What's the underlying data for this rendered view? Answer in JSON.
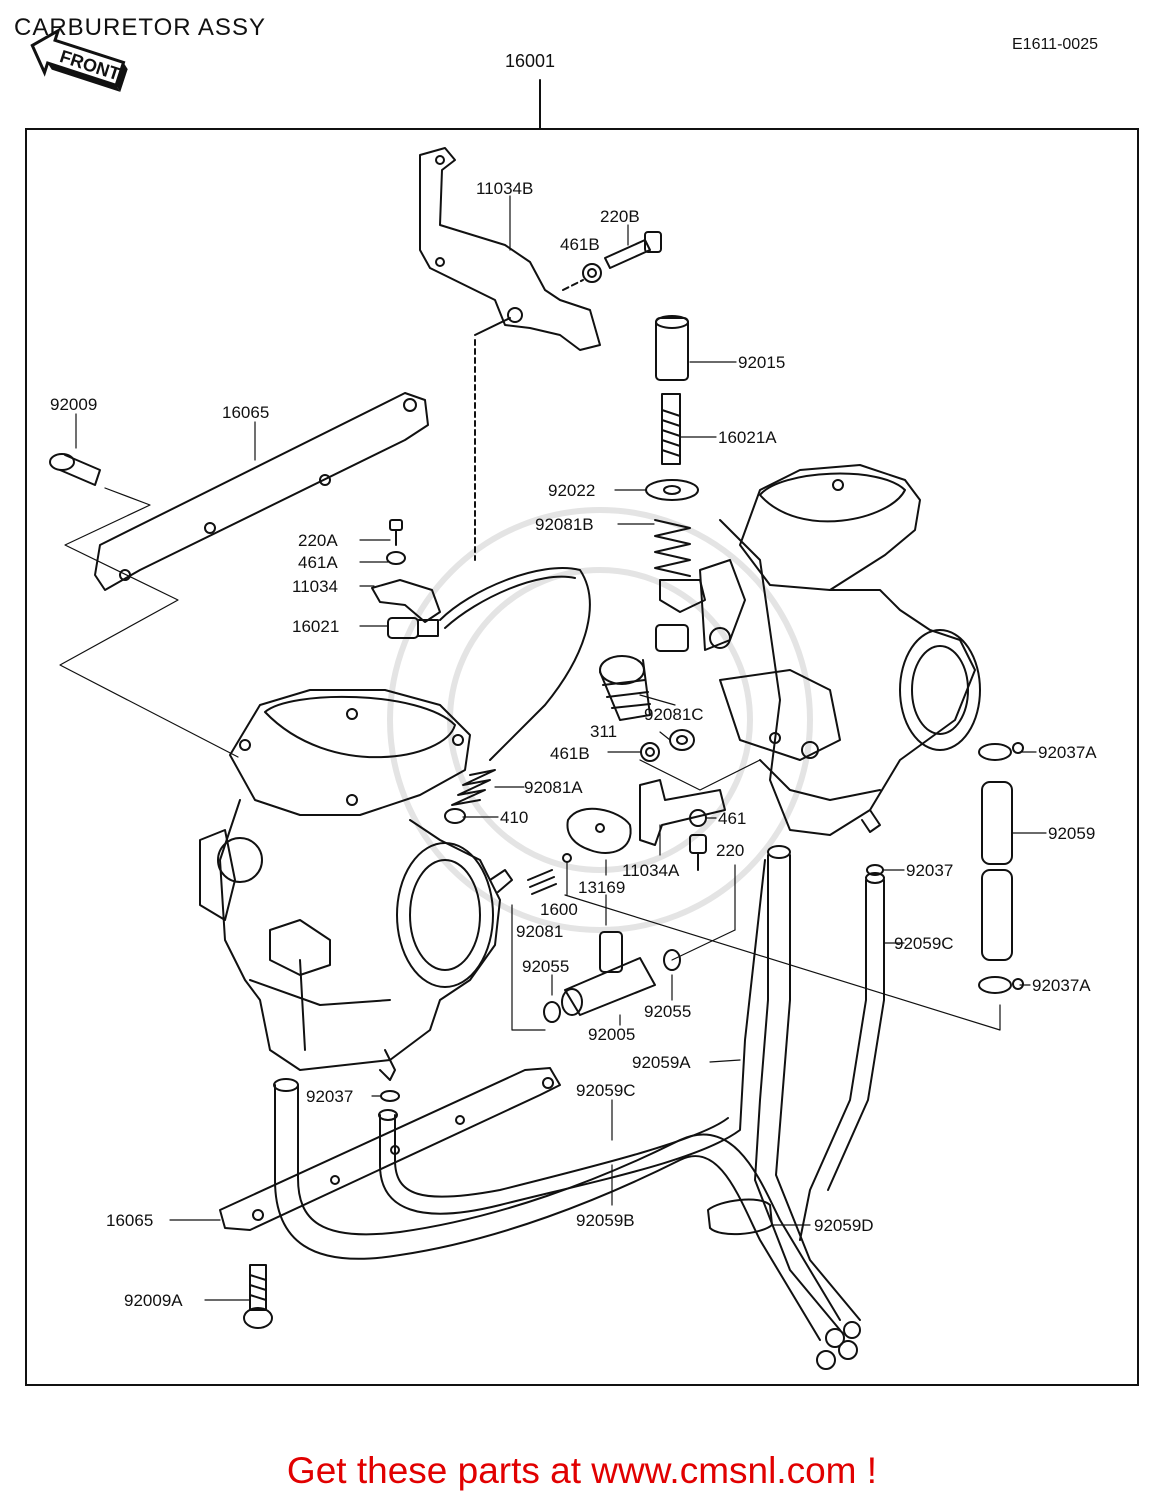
{
  "title": "CARBURETOR ASSY",
  "ref_code": "E1611-0025",
  "assembly_number": "16001",
  "front_label": "FRONT",
  "watermark": "www.cmsnl.com",
  "footer_text": "Get these parts at www.cmsnl.com !",
  "colors": {
    "line": "#111111",
    "footer": "#e10000",
    "background": "#ffffff"
  },
  "callouts": {
    "c11034B": "11034B",
    "c220B": "220B",
    "c461B_top": "461B",
    "c92015": "92015",
    "c16021A": "16021A",
    "c92022": "92022",
    "c92081B": "92081B",
    "c92009": "92009",
    "c16065_top": "16065",
    "c220A": "220A",
    "c461A": "461A",
    "c11034": "11034",
    "c16021": "16021",
    "c92081C": "92081C",
    "c311": "311",
    "c461B_mid": "461B",
    "c92081A": "92081A",
    "c410": "410",
    "c461": "461",
    "c220": "220",
    "c11034A": "11034A",
    "c13169": "13169",
    "c1600": "1600",
    "c92081": "92081",
    "c92037A_top": "92037A",
    "c92059": "92059",
    "c92037_right": "92037",
    "c92059C_right": "92059C",
    "c92037A_bottom": "92037A",
    "c92055_left": "92055",
    "c92055_right": "92055",
    "c92005": "92005",
    "c92059A": "92059A",
    "c92037_left": "92037",
    "c92059C_mid": "92059C",
    "c92059B": "92059B",
    "c16065_bottom": "16065",
    "c92059D": "92059D",
    "c92009A": "92009A"
  }
}
